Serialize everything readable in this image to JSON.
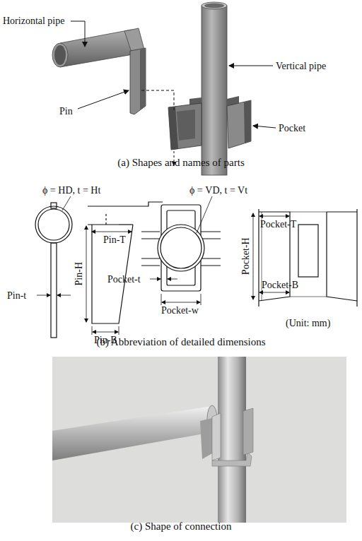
{
  "diagram": {
    "labels": [
      "Horizontal pipe",
      "Pin",
      "Vertical pipe",
      "Pocket",
      "(a) Shapes and names of parts",
      "ϕ = HD, t = Ht",
      "Pin-T",
      "Pin-H",
      "Pin-t",
      "Pin-B",
      "ϕ = VD, t = Vt",
      "Pocket-t",
      "Pocket-w",
      "Pocket-T",
      "Pocket-H",
      "Pocket-B",
      "(Unit: mm)",
      "(b) Abbreviation of detailed dimensions",
      "(c) Shape of connection"
    ]
  }
}
